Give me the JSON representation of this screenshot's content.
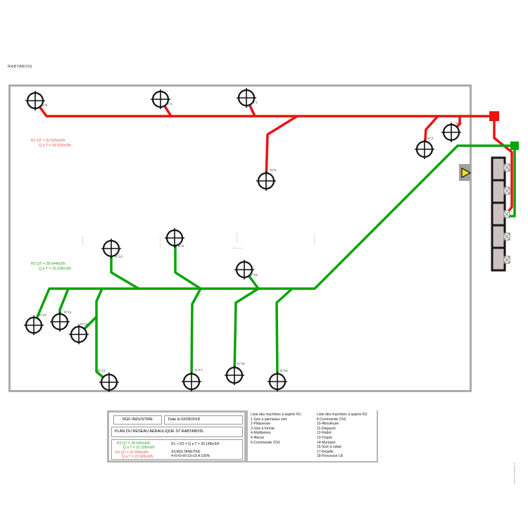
{
  "page": {
    "project_label": "RABTABOIS",
    "watermark": "www.archifacile.fr"
  },
  "colors": {
    "red_line": "#ee1111",
    "green_line": "#0aa30a",
    "red_text": "#e05252",
    "green_text": "#26a626",
    "frame_gray": "#ababab",
    "machine_fill": "#cdc1c1",
    "arrow_yellow": "#ffe212"
  },
  "plan": {
    "r1_annotation": {
      "line1": "R1 QT = 32 925m3/h",
      "line2": "Q a T = 23 920m3/h"
    },
    "r2_annotation": {
      "line1": "R2 QT = 28 644m3/h",
      "line2": "Q a T = 15 228m3/h"
    },
    "nodes": [
      {
        "label": "N°5"
      },
      {
        "label": "N°4"
      },
      {
        "label": "N°1"
      },
      {
        "label": "N°2"
      },
      {
        "label": "N°3"
      },
      {
        "label": "N°6"
      },
      {
        "label": "N°10"
      },
      {
        "label": "N°8"
      },
      {
        "label": "N°15"
      },
      {
        "label": "N°13"
      },
      {
        "label": "N°11"
      },
      {
        "label": "N°12"
      },
      {
        "label": "N°14"
      },
      {
        "label": "N°17"
      },
      {
        "label": "N°18"
      },
      {
        "label": "N°16"
      }
    ]
  },
  "title_block": {
    "company": "RGF INDUSTRIE",
    "date": "Date le 02/05/2018",
    "plan_title": "PLAN DU RESEAU AERAULIQUE ST RABTABOIS",
    "r2_flow": {
      "line1": "R2 QT = 28 644m3/h",
      "line2": "Q a T = 15 228m3/h"
    },
    "total_flow": "R1 + R2 = Q a T = 39 148m3/h",
    "r1_flow": {
      "line1": "R1 QT = 32 925m3/h",
      "line2": "Q a T = 23 920m3/h"
    },
    "simultaneity": {
      "line1": "SILMULTANEITEE",
      "line2": "4+5+6+8+13+18 A 100%"
    }
  },
  "machine_lists": {
    "r1": {
      "header": "Liste des machines à aspirer R1.",
      "items": [
        "1-Scie à panneaux vert",
        "2-Plaqueuse",
        "3-Scie à format",
        "4-Multilames",
        "5-4faces",
        "6-Commande CN1"
      ]
    },
    "r2": {
      "header": "Liste des machines à aspirer R2.",
      "items": [
        "8-Commande CN2",
        "10-Abouteuse",
        "11-Dégauch",
        "12-Rabot",
        "13-Toupie",
        "14-Mortaise",
        "15-Scie à ruban",
        "17-Entaille",
        "18-Ponceuse LB"
      ]
    }
  }
}
